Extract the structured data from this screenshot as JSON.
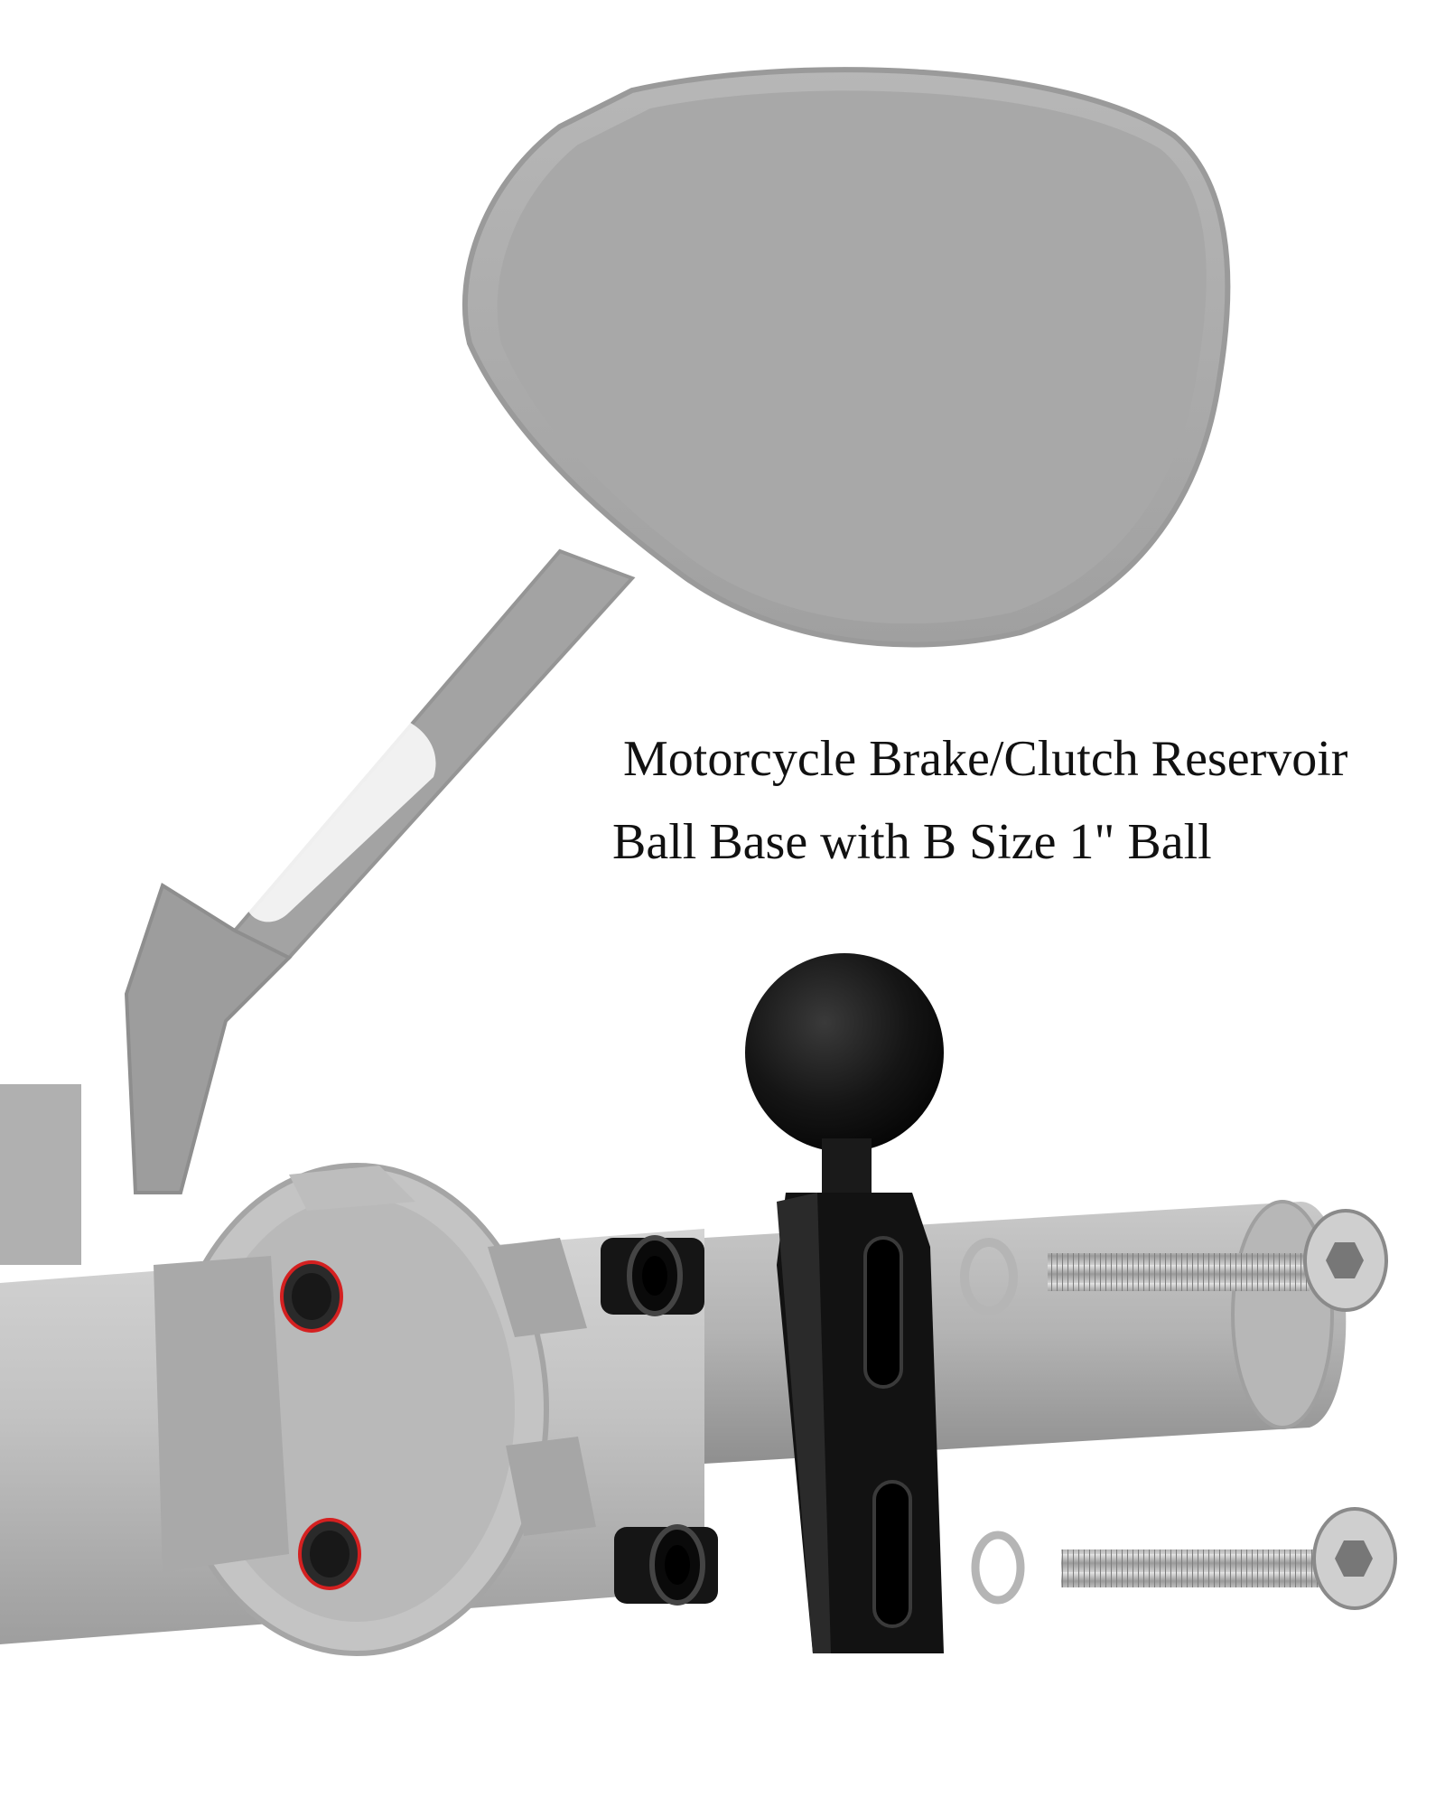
{
  "caption": {
    "line1": "Motorcycle Brake/Clutch Reservoir",
    "line2": "Ball Base with B Size 1\" Ball"
  },
  "colors": {
    "background": "#ffffff",
    "ghost_part": "#a9a9a9",
    "ghost_dark": "#8f8f8f",
    "mount_black": "#101010",
    "steel": "#bdbdbd",
    "accent_red": "#d42020"
  },
  "icons": [
    "mirror",
    "handlebar",
    "grip",
    "ball-mount",
    "spacer",
    "bolt",
    "washer"
  ]
}
